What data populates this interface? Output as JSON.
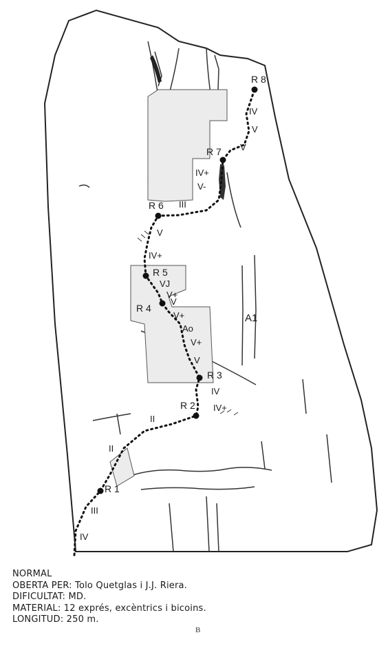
{
  "belays": [
    {
      "id": "r1",
      "label": "R 1"
    },
    {
      "id": "r2",
      "label": "R 2"
    },
    {
      "id": "r3",
      "label": "R 3"
    },
    {
      "id": "r4",
      "label": "R 4"
    },
    {
      "id": "r5",
      "label": "R 5"
    },
    {
      "id": "r6",
      "label": "R 6"
    },
    {
      "id": "r7",
      "label": "R 7"
    },
    {
      "id": "r8",
      "label": "R 8"
    }
  ],
  "grades": {
    "g1": "IV",
    "g2": "III",
    "g3": "II",
    "g4": "II",
    "g5": "IV+",
    "g6": "IV",
    "g7": "V",
    "g8": "V+",
    "g9": "Ao",
    "g10": "V+",
    "g11": "V",
    "g12": "V+",
    "g13": "VJ",
    "g14": "IV+",
    "g15": "V",
    "g16": "III",
    "g17": "V-",
    "g18": "IV+",
    "g19": "V",
    "g20": "V",
    "g21": "IV"
  },
  "variant_label": "A1",
  "info": {
    "route_name": "NORMAL",
    "opened_by_label": "OBERTA PER:",
    "opened_by": "Tolo Quetglas i J.J. Riera.",
    "difficulty_label": "DIFICULTAT:",
    "difficulty": "MD.",
    "material_label": "MATERIAL:",
    "material": "12 exprés, excèntrics i bicoins.",
    "length_label": "LONGITUD:",
    "length": "250 m."
  },
  "page_mark": "B"
}
